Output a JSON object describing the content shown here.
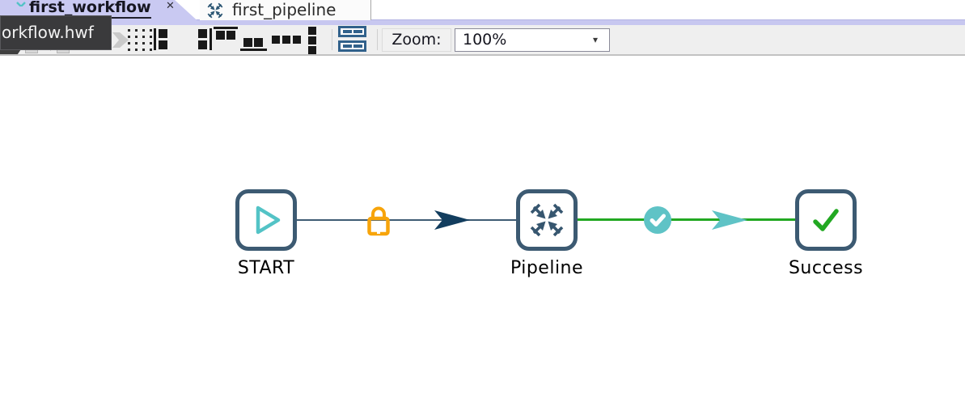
{
  "tabs": {
    "items": [
      {
        "label": "first_workflow",
        "active": true,
        "close_glyph": "✕",
        "icon": "workflow-icon"
      },
      {
        "label": "first_pipeline",
        "active": false,
        "icon": "pipeline-icon"
      }
    ]
  },
  "tooltip": {
    "text": "orkflow.hwf"
  },
  "toolbar": {
    "zoom_label": "Zoom:",
    "zoom_value": "100%",
    "dropdown_glyph": "▾",
    "icons": [
      "snap-to-grid-icon",
      "align-left-icon",
      "align-right-icon",
      "align-top-icon",
      "align-bottom-icon",
      "distribute-horizontally-icon",
      "distribute-vertically-icon",
      "show-execution-results-icon"
    ]
  },
  "canvas": {
    "nodes": [
      {
        "id": "start",
        "label": "START",
        "icon": "play-icon"
      },
      {
        "id": "pipeline",
        "label": "Pipeline",
        "icon": "converge-arrows-icon"
      },
      {
        "id": "success",
        "label": "Success",
        "icon": "check-icon"
      }
    ],
    "connections": [
      {
        "from": "START",
        "to": "Pipeline",
        "badge": "lock-icon",
        "color": "#3f5c74"
      },
      {
        "from": "Pipeline",
        "to": "Success",
        "badge": "check-circle-icon",
        "color": "#22a822"
      }
    ]
  },
  "colors": {
    "node_border": "#3c5a72",
    "teal": "#53c3c6",
    "green": "#22a822",
    "navy_arrow": "#123d5e",
    "lock_orange": "#f7a40a",
    "active_tab_bg": "#c9c9f2",
    "tooltip_bg": "#3a3a3c",
    "toolbar_bg": "#efefef"
  }
}
